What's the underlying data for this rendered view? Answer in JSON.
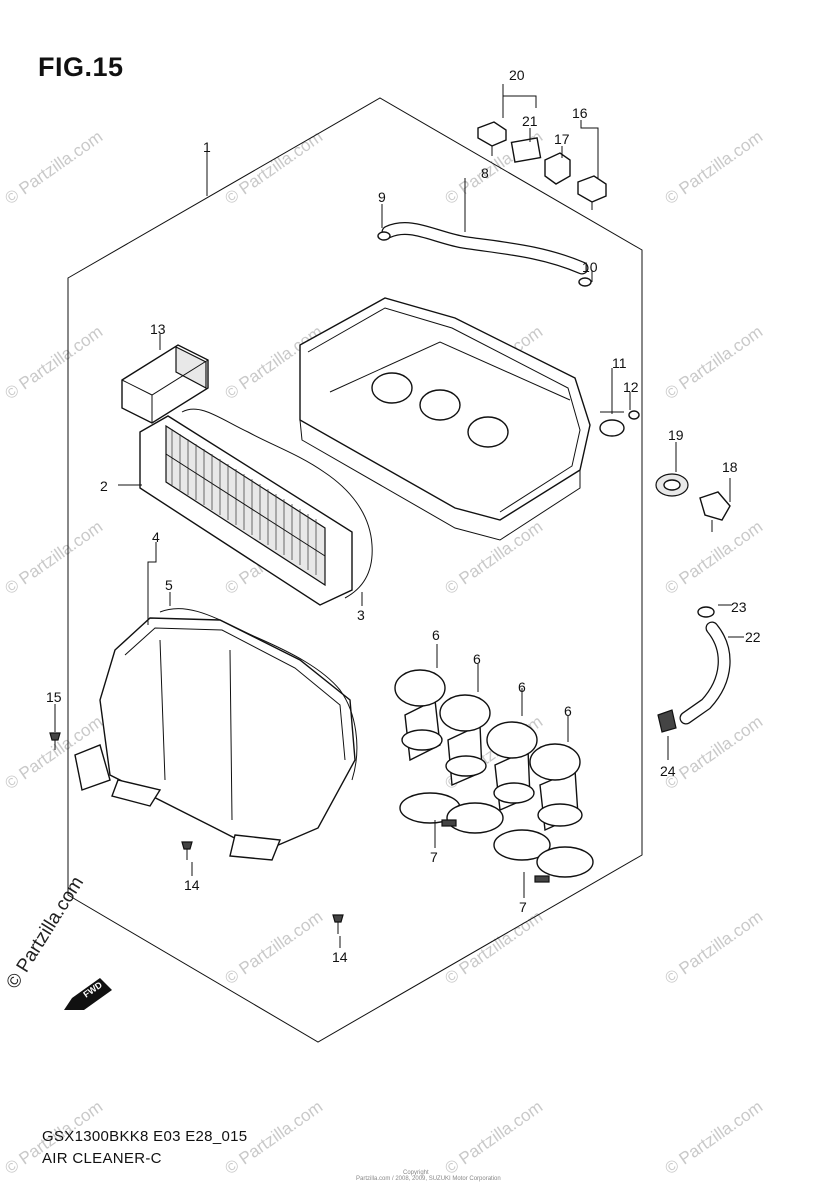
{
  "figure_title": "FIG.15",
  "footer": {
    "model_code": "GSX1300BKK8 E03 E28_015",
    "diagram_name": "AIR CLEANER-C"
  },
  "copyright": {
    "line1": "Copyright",
    "line2": "Partzilla.com / 2008, 2009, SUZUKI Motor Corporation"
  },
  "watermark": {
    "text": "© Partzilla.com",
    "side_text": "© Partzilla.com"
  },
  "fwd_badge": "FWD",
  "callouts": {
    "c1": "1",
    "c2": "2",
    "c3": "3",
    "c4": "4",
    "c5": "5",
    "c6a": "6",
    "c6b": "6",
    "c6c": "6",
    "c6d": "6",
    "c7a": "7",
    "c7b": "7",
    "c8": "8",
    "c9": "9",
    "c10": "10",
    "c11": "11",
    "c12": "12",
    "c13": "13",
    "c14a": "14",
    "c14b": "14",
    "c15": "15",
    "c16": "16",
    "c17": "17",
    "c18": "18",
    "c19": "19",
    "c20": "20",
    "c21": "21",
    "c22": "22",
    "c23": "23",
    "c24": "24"
  }
}
